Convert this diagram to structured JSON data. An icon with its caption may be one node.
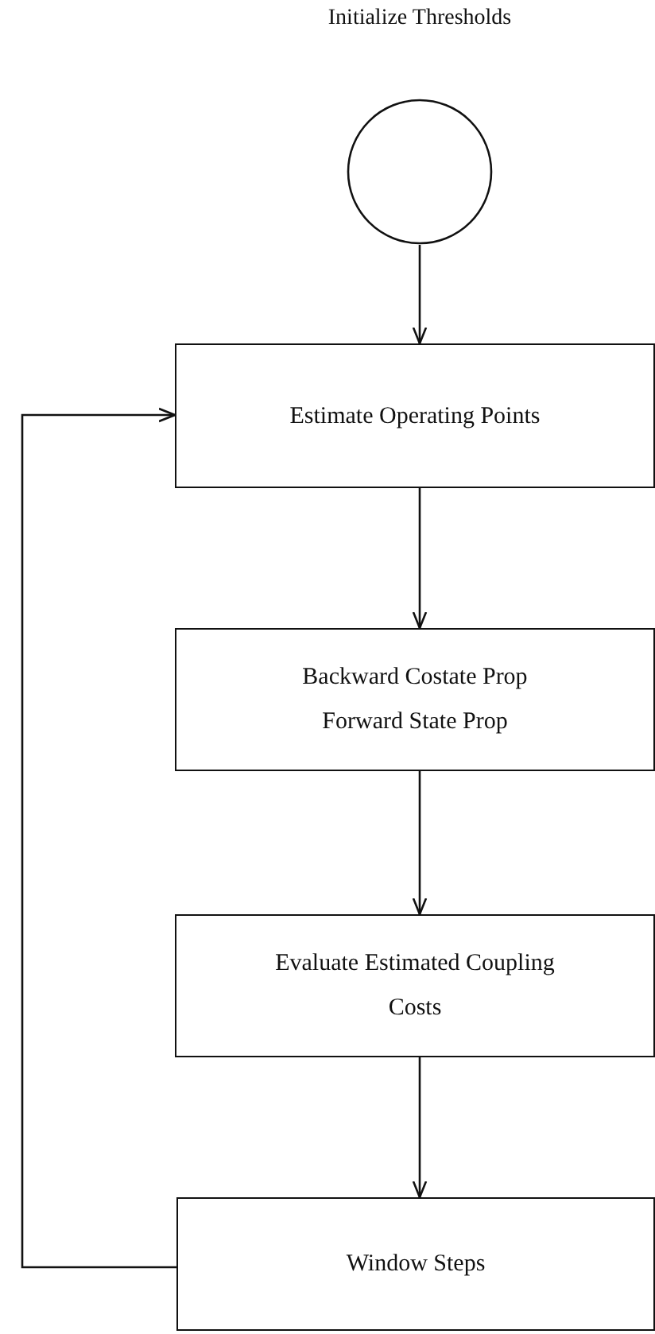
{
  "diagram": {
    "nodes": [
      {
        "text": [
          "Initialize Thresholds"
        ]
      },
      {
        "text": [
          "Estimate Operating Points"
        ]
      },
      {
        "text": [
          "Backward Costate Prop Forward State Prop"
        ]
      },
      {
        "text": [
          "Evaluate Estimated Coupling Costs"
        ]
      },
      {
        "text": [
          "Window Steps"
        ]
      }
    ],
    "edges": [
      {
        "from": 0,
        "to": 1,
        "arrow": "to"
      },
      {
        "from": 1,
        "to": 2,
        "arrow": "to"
      },
      {
        "from": 2,
        "to": 3,
        "arrow": "to"
      },
      {
        "from": 3,
        "to": 4,
        "arrow": "to"
      },
      {
        "from": 4,
        "to": 1,
        "arrow": "to"
      }
    ]
  }
}
